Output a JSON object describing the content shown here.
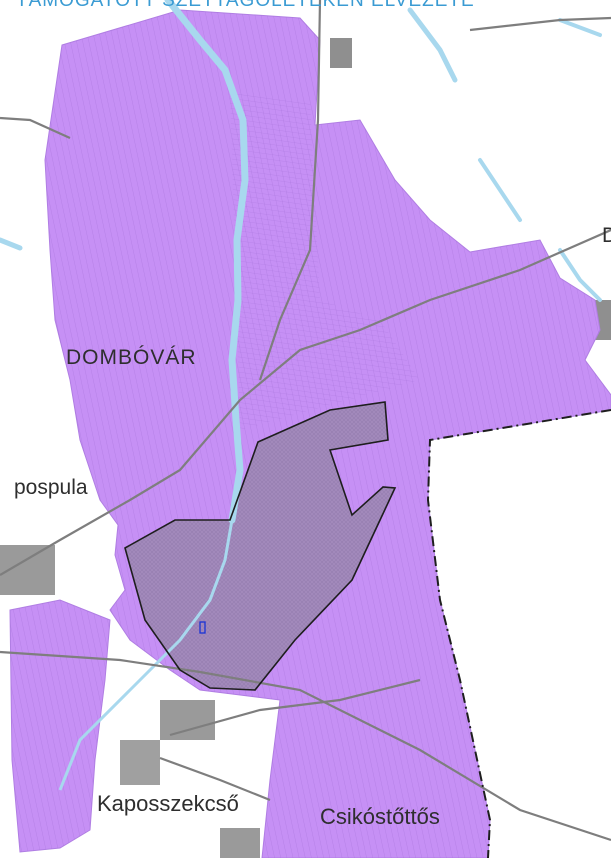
{
  "map": {
    "title": "TÁMOGATOTT SZÉTTAGOLÉTEKEN ELVEZETE",
    "labels": {
      "dombovar": "DOMBÓVÁR",
      "pospula": "pospula",
      "kaposszekcso": "Kaposszekcső",
      "csikostottos": "Csikóstőttős",
      "edge_letter": "D"
    },
    "colors": {
      "municipality_fill": "#c690f5",
      "parcel_lines": "#9a6ad0",
      "urban_gray": "#8f8f8f",
      "water": "#a8d8ee",
      "boundary": "#1e1e1e",
      "background": "#ffffff",
      "title": "#3a9bd3"
    }
  }
}
